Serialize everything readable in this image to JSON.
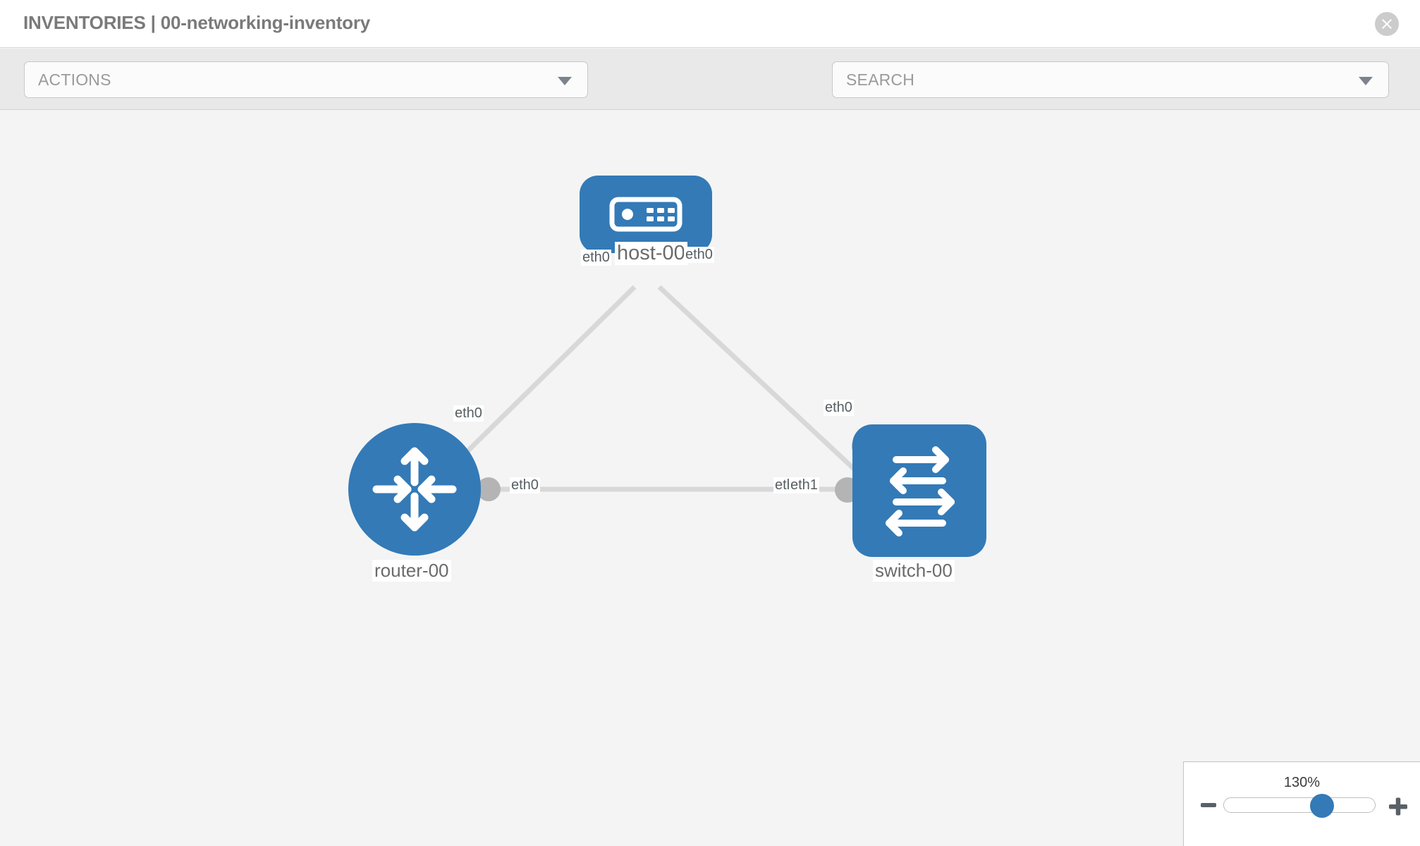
{
  "header": {
    "title": "INVENTORIES | 00-networking-inventory",
    "close_icon": "close-circle-icon"
  },
  "toolbar": {
    "actions_label": "ACTIONS",
    "actions_caret_icon": "chevron-down-icon",
    "wrench_icon": "wrench-icon",
    "key_icon": "key-icon",
    "search_placeholder": "SEARCH",
    "search_caret_icon": "chevron-down-icon"
  },
  "colors": {
    "node_blue": "#337ab7",
    "canvas_bg": "#f4f4f4",
    "toolbar_bg": "#e9e9e9",
    "edge_gray": "#d8d8d8",
    "stub_gray": "#b4b4b4",
    "title_gray": "#7a7a7a"
  },
  "topology": {
    "nodes": [
      {
        "id": "host-00",
        "label": "host-00",
        "type": "host",
        "icon": "server-icon",
        "shape": "rounded-rect"
      },
      {
        "id": "router-00",
        "label": "router-00",
        "type": "router",
        "icon": "router-icon",
        "shape": "circle"
      },
      {
        "id": "switch-00",
        "label": "switch-00",
        "type": "switch",
        "icon": "switch-icon",
        "shape": "rounded-square"
      }
    ],
    "links": [
      {
        "from": "host-00",
        "from_port": "eth0",
        "to": "router-00",
        "to_port": "eth0"
      },
      {
        "from": "host-00",
        "from_port": "eth0",
        "to": "switch-00",
        "to_port": "eth0"
      },
      {
        "from": "router-00",
        "from_port": "eth0",
        "to": "switch-00",
        "to_port": "eth1"
      }
    ],
    "port_labels": {
      "host_left": "eth0",
      "host_right": "eth0",
      "router_upper": "eth0",
      "switch_upper": "eth0",
      "router_right": "eth0",
      "switch_left_back": "eth",
      "switch_left": "eth1"
    }
  },
  "zoom": {
    "value": "130%",
    "minus_icon": "minus-icon",
    "plus_icon": "plus-icon",
    "thumb_position_percent": 68
  }
}
